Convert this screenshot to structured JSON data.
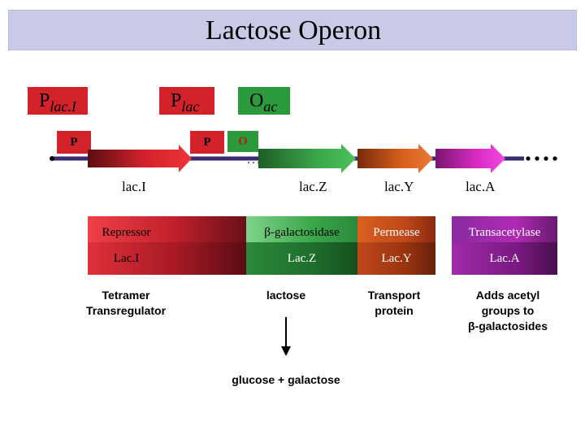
{
  "title": "Lactose Operon",
  "regulatory": {
    "placi": {
      "main": "P",
      "sub": "lac.I"
    },
    "plac": {
      "main": "P",
      "sub": "lac"
    },
    "oac": {
      "main": "O",
      "sub": "ac"
    },
    "p_small_1": "P",
    "p_small_2": "P",
    "o_small": "O"
  },
  "genes": {
    "laci": "lac.I",
    "lacz": "lac.Z",
    "lacy": "lac.Y",
    "laca": "lac.A"
  },
  "proteins": {
    "repressor": "Repressor",
    "laci": "Lac.I",
    "galactosidase": "β-galactosidase",
    "lacz": "Lac.Z",
    "permease": "Permease",
    "lacy": "Lac.Y",
    "transacetylase": "Transacetylase",
    "laca": "Lac.A"
  },
  "descriptions": {
    "laci_line1": "Tetramer",
    "laci_line2": "Transregulator",
    "lacz": "lactose",
    "lacy_line1": "Transport",
    "lacy_line2": "protein",
    "laca_line1": "Adds acetyl",
    "laca_line2": "groups to",
    "laca_line3": "β-galactosides"
  },
  "reaction_product": "glucose + galactose",
  "colors": {
    "title_bg": "#c9cbe6",
    "promoter_red": "#d3222a",
    "operator_green": "#2a9a3c",
    "lacz_green": "#3aa64a",
    "lacy_orange": "#d8601e",
    "laca_magenta": "#d92bc4"
  }
}
